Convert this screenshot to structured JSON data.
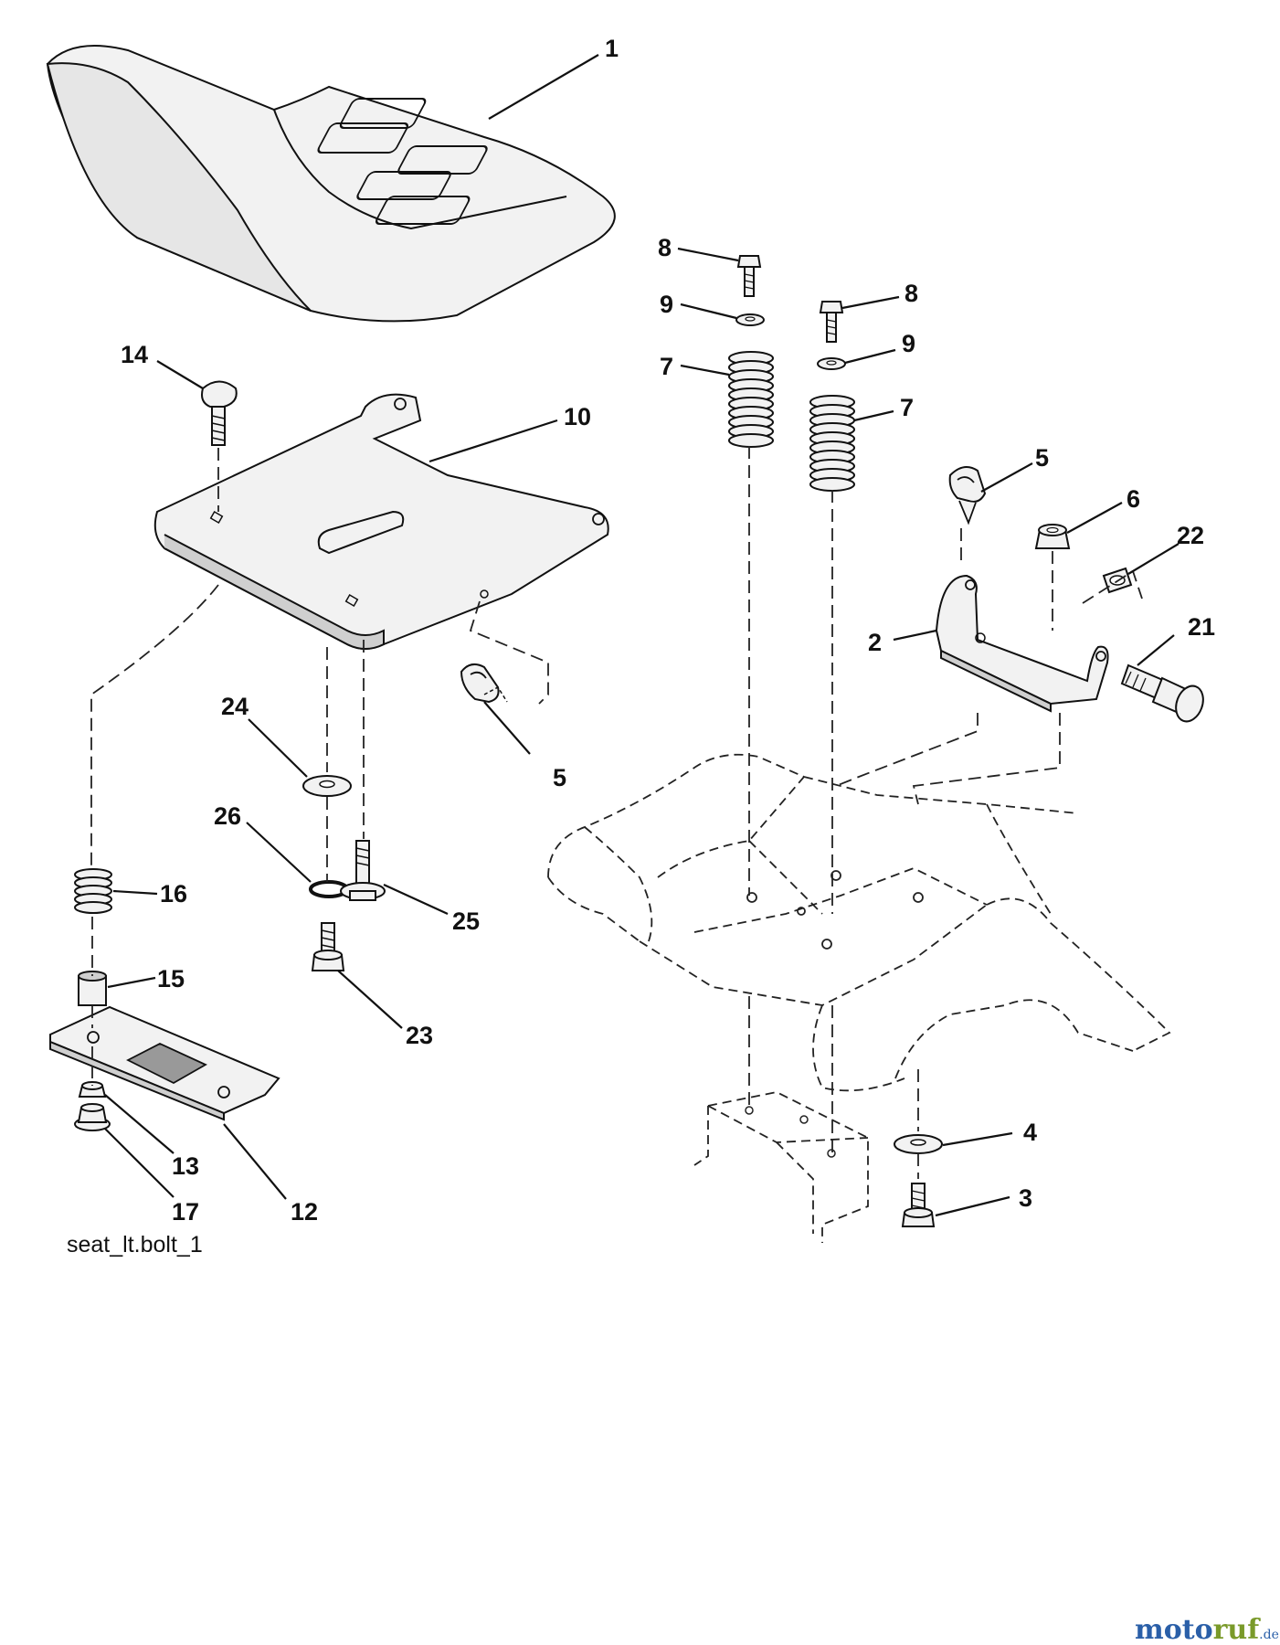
{
  "diagram": {
    "caption": "seat_lt.bolt_1",
    "callouts": {
      "c1": "1",
      "c2": "2",
      "c3": "3",
      "c4": "4",
      "c5a": "5",
      "c5b": "5",
      "c6": "6",
      "c7a": "7",
      "c7b": "7",
      "c8a": "8",
      "c8b": "8",
      "c9a": "9",
      "c9b": "9",
      "c10": "10",
      "c12": "12",
      "c13": "13",
      "c14": "14",
      "c15": "15",
      "c16": "16",
      "c17": "17",
      "c21": "21",
      "c22": "22",
      "c23": "23",
      "c24": "24",
      "c25": "25",
      "c26": "26"
    }
  },
  "watermark": {
    "brand_a": "moto",
    "brand_b": "ruf",
    "tld": ".de",
    "color_a": "#2a5fa8",
    "color_b": "#7a9a2a"
  }
}
